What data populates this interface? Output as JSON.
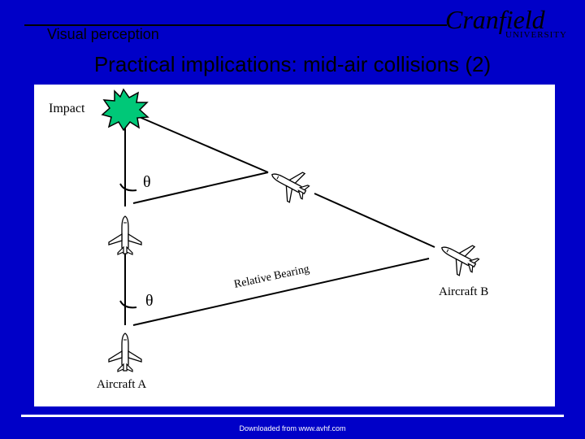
{
  "header": {
    "section_label": "Visual perception",
    "logo_word": "Cranfield",
    "logo_sub": "UNIVERSITY",
    "title": "Practical implications: mid-air collisions (2)"
  },
  "diagram": {
    "impact_label": "Impact",
    "theta_top": "θ",
    "theta_bottom": "θ",
    "relative_bearing_label": "Relative Bearing",
    "aircraft_a_label": "Aircraft A",
    "aircraft_b_label": "Aircraft B",
    "impact_color": "#00c878"
  },
  "footer": {
    "text": "Downloaded from www.avhf.com"
  }
}
